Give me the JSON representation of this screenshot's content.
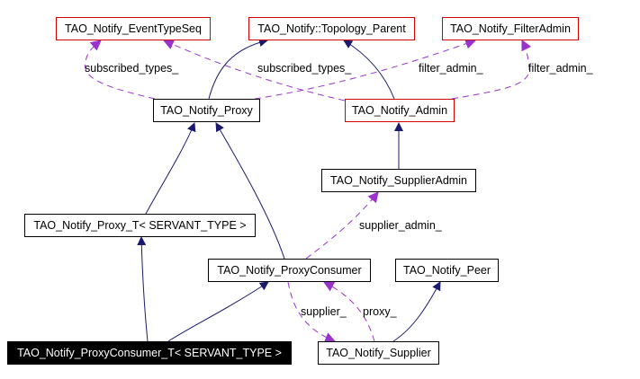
{
  "diagram": {
    "type": "collaboration-graph",
    "colors": {
      "inheritance_edge": "#1a1a6e",
      "usage_edge": "#9a32cd",
      "undocumented_border": "#d60000",
      "documented_border": "#000000",
      "current_fill": "#000000"
    },
    "nodes": [
      {
        "id": "event_type_seq",
        "label": "TAO_Notify_EventTypeSeq",
        "style": "red"
      },
      {
        "id": "topology_parent",
        "label": "TAO_Notify::Topology_Parent",
        "style": "red"
      },
      {
        "id": "filter_admin",
        "label": "TAO_Notify_FilterAdmin",
        "style": "red"
      },
      {
        "id": "proxy",
        "label": "TAO_Notify_Proxy",
        "style": "normal"
      },
      {
        "id": "admin",
        "label": "TAO_Notify_Admin",
        "style": "red"
      },
      {
        "id": "supplier_admin",
        "label": "TAO_Notify_SupplierAdmin",
        "style": "normal"
      },
      {
        "id": "proxy_t",
        "label": "TAO_Notify_Proxy_T< SERVANT_TYPE >",
        "style": "normal"
      },
      {
        "id": "proxy_consumer",
        "label": "TAO_Notify_ProxyConsumer",
        "style": "normal"
      },
      {
        "id": "peer",
        "label": "TAO_Notify_Peer",
        "style": "normal"
      },
      {
        "id": "proxy_consumer_t",
        "label": "TAO_Notify_ProxyConsumer_T< SERVANT_TYPE >",
        "style": "current"
      },
      {
        "id": "supplier",
        "label": "TAO_Notify_Supplier",
        "style": "normal"
      }
    ],
    "edges": [
      {
        "from": "proxy",
        "to": "topology_parent",
        "kind": "inheritance"
      },
      {
        "from": "admin",
        "to": "topology_parent",
        "kind": "inheritance"
      },
      {
        "from": "supplier_admin",
        "to": "admin",
        "kind": "inheritance"
      },
      {
        "from": "proxy_t",
        "to": "proxy",
        "kind": "inheritance"
      },
      {
        "from": "proxy_consumer",
        "to": "proxy",
        "kind": "inheritance"
      },
      {
        "from": "proxy_consumer_t",
        "to": "proxy_t",
        "kind": "inheritance"
      },
      {
        "from": "proxy_consumer_t",
        "to": "proxy_consumer",
        "kind": "inheritance"
      },
      {
        "from": "supplier",
        "to": "peer",
        "kind": "inheritance"
      },
      {
        "from": "proxy",
        "to": "event_type_seq",
        "kind": "usage",
        "label": "subscribed_types_"
      },
      {
        "from": "admin",
        "to": "event_type_seq",
        "kind": "usage",
        "label": "subscribed_types_"
      },
      {
        "from": "proxy",
        "to": "filter_admin",
        "kind": "usage",
        "label": "filter_admin_"
      },
      {
        "from": "admin",
        "to": "filter_admin",
        "kind": "usage",
        "label": "filter_admin_"
      },
      {
        "from": "proxy_consumer",
        "to": "supplier_admin",
        "kind": "usage",
        "label": "supplier_admin_"
      },
      {
        "from": "proxy_consumer",
        "to": "supplier",
        "kind": "usage",
        "label": "supplier_"
      },
      {
        "from": "supplier",
        "to": "proxy_consumer",
        "kind": "usage",
        "label": "proxy_"
      }
    ]
  }
}
